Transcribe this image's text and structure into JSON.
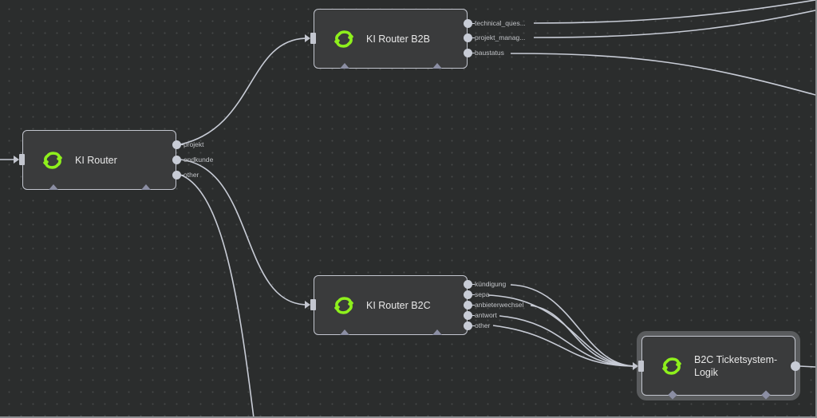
{
  "canvas": {
    "background_color": "#2b2d2d",
    "wire_color": "#c8ccd6",
    "accent_color": "#8ef01c"
  },
  "nodes": {
    "ki_router": {
      "title": "KI Router",
      "icon": "refresh-loop-icon",
      "outputs": [
        "projekt",
        "endkunde",
        "other"
      ]
    },
    "ki_router_b2b": {
      "title": "KI Router B2B",
      "icon": "refresh-loop-icon",
      "outputs": [
        "technical_ques...",
        "projekt_manag...",
        "baustatus"
      ]
    },
    "ki_router_b2c": {
      "title": "KI Router B2C",
      "icon": "refresh-loop-icon",
      "outputs": [
        "kündigung",
        "sepa",
        "anbieterwechsel",
        "antwort",
        "other"
      ]
    },
    "b2c_ticketsystem": {
      "title_line1": "B2C Ticketsystem-",
      "title_line2": "Logik",
      "icon": "refresh-loop-icon",
      "selected": true
    }
  }
}
